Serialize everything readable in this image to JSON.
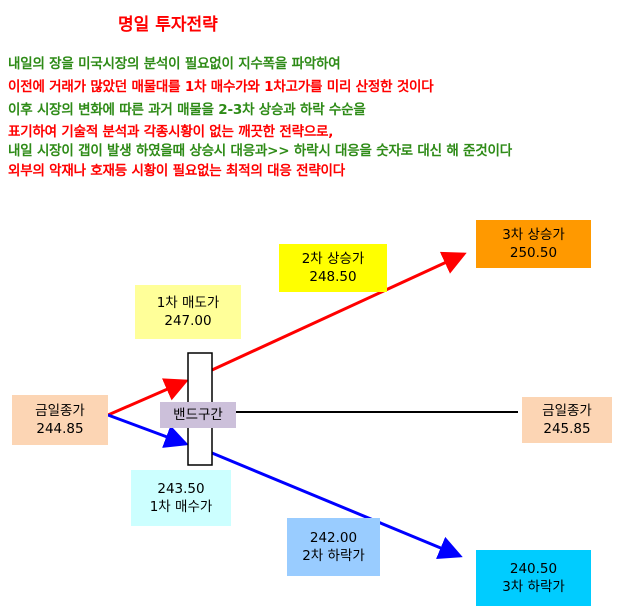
{
  "title": "명일 투자전략",
  "intro_lines": [
    {
      "text": "내일의 장을 미국시장의 분석이 필요없이 지수폭을 파악하여",
      "color": "green"
    },
    {
      "text": "이전에 거래가 많았던 매물대를 1차 매수가와 1차고가를 미리 산정한 것이다",
      "color": "red"
    },
    {
      "text": "이후 시장의 변화에 따른 과거 매물을 2-3차 상승과 하락 수순을",
      "color": "green"
    },
    {
      "text": "표기하여 기술적  분석과 각종시황이 없는 깨끗한 전략으로,",
      "color": "red"
    },
    {
      "text": "내일 시장이 갭이 발생 하였을때 상승시 대응과>> 하락시 대응을 숫자로 대신 해 준것이다",
      "color": "green"
    },
    {
      "text": "외부의 악재나 호재등  시황이 필요없는 최적의 대응 전략이다",
      "color": "red"
    }
  ],
  "boxes": {
    "close_left": {
      "label": "금일종가",
      "value": "244.85"
    },
    "close_right": {
      "label": "금일종가",
      "value": "245.85"
    },
    "band": {
      "label": "밴드구간"
    },
    "sell1": {
      "label": "1차 매도가",
      "value": "247.00"
    },
    "up2": {
      "label": "2차 상승가",
      "value": "248.50"
    },
    "up3": {
      "label": "3차 상승가",
      "value": "250.50"
    },
    "buy1": {
      "value": "243.50",
      "label": "1차 매수가"
    },
    "down2": {
      "value": "242.00",
      "label": "2차 하락가"
    },
    "down3": {
      "value": "240.50",
      "label": "3차 하락가"
    }
  },
  "colors": {
    "green_text": "#2e8b17",
    "red_text": "#ff0000",
    "close_box": "#fcd5b4",
    "band_box": "#ccc0da",
    "sell_box": "#ffff99",
    "up2_box": "#ffff00",
    "up3_box": "#ff9900",
    "buy_box": "#ccffff",
    "down2_box": "#99ccff",
    "down3_box": "#00ccff",
    "up_arrow": "#ff0000",
    "down_arrow": "#0000ff"
  }
}
